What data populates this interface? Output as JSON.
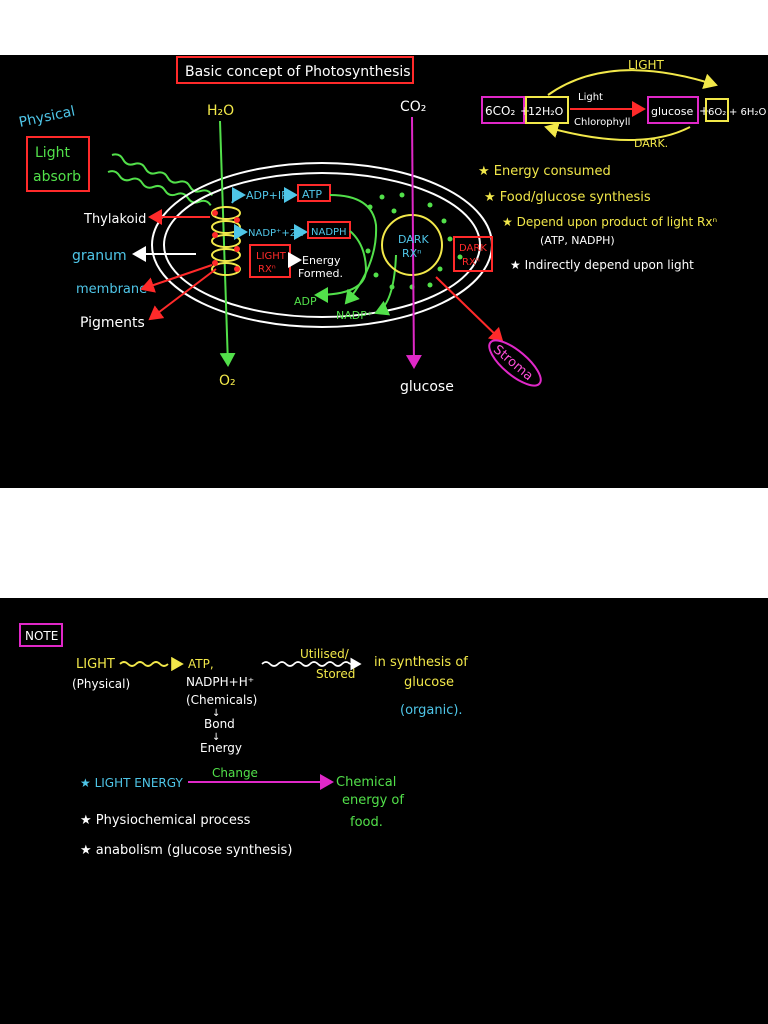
{
  "colors": {
    "background": "#000000",
    "white": "#ffffff",
    "yellow": "#f2e84a",
    "green": "#52e04a",
    "cyan": "#4fc6e8",
    "red": "#ff2a2a",
    "magenta": "#e028c8",
    "pink": "#ff4fd8"
  },
  "top": {
    "title": "Basic concept of Photosynthesis",
    "physical": "Physical",
    "light_absorb_line1": "Light",
    "light_absorb_line2": "absorb",
    "h2o_label": "H₂O",
    "co2_label": "CO₂",
    "o2_label": "O₂",
    "glucose_bottom": "glucose",
    "thylakoid": "Thylakoid",
    "granum": "granum",
    "membrane": "membrane",
    "pigments": "Pigments",
    "adp_ip": "ADP+IP",
    "atp": "ATP",
    "nadp_2h": "NADP⁺+2H",
    "nadph": "NADPH",
    "light_rx_1": "LIGHT",
    "light_rx_2": "RXⁿ",
    "energy_1": "Energy",
    "energy_2": "Formed.",
    "adp_bottom": "ADP",
    "nadp_bottom": "NADP⁺",
    "dark_rx_inner_1": "DARK",
    "dark_rx_inner_2": "RXⁿ",
    "dark_rx_box_1": "DARK",
    "dark_rx_box_2": "RXⁿ",
    "stroma": "Stroma",
    "equation": {
      "light_top": "LIGHT",
      "dark_bottom": "DARK.",
      "co2": "6CO₂",
      "plus1": "+",
      "h2o": "12H₂O",
      "light_small": "Light",
      "chlorophyll": "Chlorophyll",
      "glucose": "glucose",
      "plus2": "+",
      "o2": "6O₂",
      "h2o_out": "+ 6H₂O"
    },
    "bullets": [
      "★ Energy consumed",
      "★ Food/glucose synthesis",
      "★ Depend upon product of light Rxⁿ",
      "(ATP, NADPH)",
      "★ Indirectly depend upon light"
    ]
  },
  "note": {
    "label": "NOTE",
    "light": "LIGHT",
    "physical": "(Physical)",
    "atp": "ATP,",
    "nadph": "NADPH+H⁺",
    "chemicals": "(Chemicals)",
    "arrow_down1": "↓",
    "bond": "Bond",
    "arrow_down2": "↓",
    "energy": "Energy",
    "utilised": "Utilised/",
    "stored": "Stored",
    "in_synthesis": "in synthesis of",
    "glucose": "glucose",
    "organic": "(organic).",
    "light_energy": "★ LIGHT ENERGY",
    "change": "Change",
    "chemical": "Chemical",
    "energy_of": "energy of",
    "food": "food.",
    "bullet1": "★ Physiochemical process",
    "bullet2": "★ anabolism (glucose synthesis)"
  }
}
